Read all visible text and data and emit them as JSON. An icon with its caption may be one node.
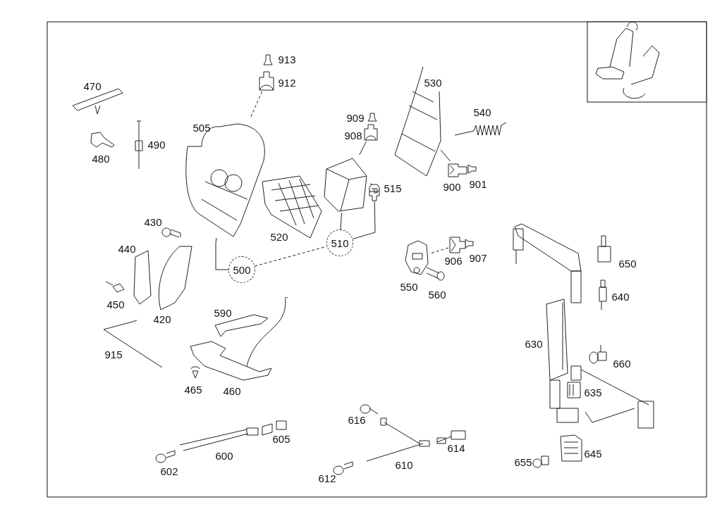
{
  "diagram": {
    "nodes": [
      {
        "text": [
          "500"
        ]
      },
      {
        "text": [
          "510"
        ]
      },
      {
        "text": [],
        "shape": "picture"
      },
      {
        "text": [],
        "shape": "picture"
      },
      {
        "text": [],
        "shape": "picture"
      },
      {
        "text": [],
        "shape": "picture"
      },
      {
        "text": [],
        "shape": "picture"
      },
      {
        "text": [],
        "shape": "picture"
      },
      {
        "text": [],
        "shape": "picture"
      },
      {
        "text": [],
        "shape": "picture"
      },
      {
        "text": [],
        "shape": "picture"
      }
    ],
    "edges": [
      {
        "from": 0,
        "to": 2,
        "arrow": "none"
      },
      {
        "from": 0,
        "to": 1,
        "arrow": "none",
        "style": "dashed"
      },
      {
        "from": 1,
        "to": 3,
        "arrow": "none"
      },
      {
        "from": 1,
        "to": 4,
        "arrow": "none"
      },
      {
        "from": 5,
        "to": 2,
        "arrow": "none",
        "style": "dashed"
      },
      {
        "from": 6,
        "to": 3,
        "arrow": "none"
      },
      {
        "from": 8,
        "to": 7,
        "arrow": "none"
      },
      {
        "from": 10,
        "to": 9,
        "arrow": "none",
        "style": "dashed"
      }
    ],
    "labels": [
      "913",
      "912",
      "470",
      "530",
      "909",
      "540",
      "505",
      "908",
      "490",
      "480",
      "515",
      "900",
      "901",
      "430",
      "520",
      "906",
      "907",
      "440",
      "650",
      "550",
      "560",
      "640",
      "450",
      "420",
      "590",
      "630",
      "660",
      "915",
      "465",
      "460",
      "635",
      "616",
      "605",
      "614",
      "600",
      "610",
      "645",
      "602",
      "655",
      "612"
    ]
  }
}
